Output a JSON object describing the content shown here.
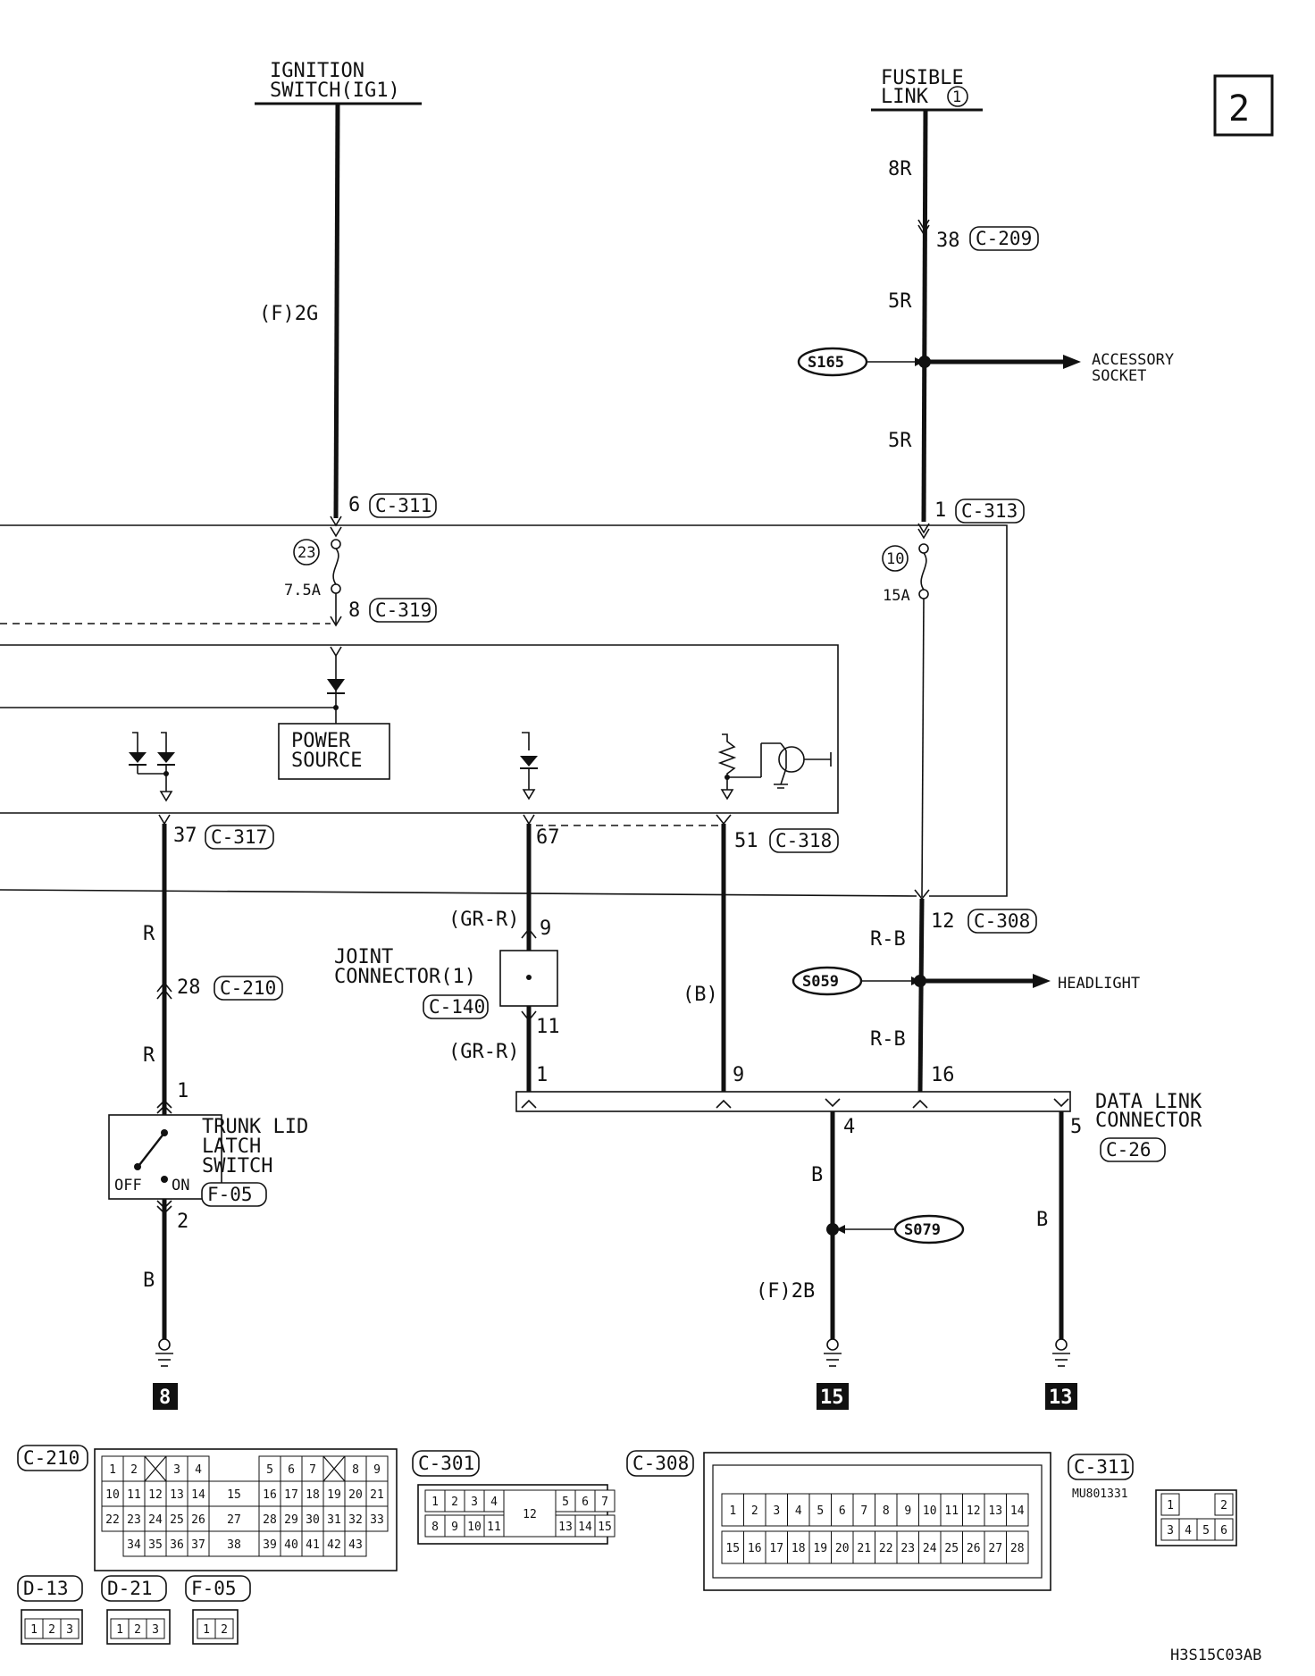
{
  "page_number": "2",
  "image_code": "H3S15C03AB",
  "sources": {
    "ignition_switch": {
      "line1": "IGNITION",
      "line2": "SWITCH(IG1)"
    },
    "fusible_link": {
      "line1": "FUSIBLE",
      "line2": "LINK",
      "number": "1"
    }
  },
  "wires": {
    "ig_wire": "(F)2G",
    "fl_upper": "8R",
    "fl_mid": "5R",
    "fl_lower": "5R",
    "trunk_upper": "R",
    "trunk_lower": "R",
    "trunk_ground": "B",
    "joint_upper": "(GR-R)",
    "joint_lower": "(GR-R)",
    "wire_b_mid": "(B)",
    "headlight_upper": "R-B",
    "headlight_lower": "R-B",
    "dlc4_ground_upper": "B",
    "dlc4_ground_lower": "(F)2B",
    "dlc5_ground": "B"
  },
  "connectors": {
    "c209": {
      "pin": "38",
      "ref": "C-209"
    },
    "c311": {
      "pin": "6",
      "ref": "C-311"
    },
    "c319": {
      "pin": "8",
      "ref": "C-319"
    },
    "c313": {
      "pin": "1",
      "ref": "C-313"
    },
    "c317": {
      "pin": "37",
      "ref": "C-317"
    },
    "c318_a": {
      "pin": "67"
    },
    "c318_b": {
      "pin": "51",
      "ref": "C-318"
    },
    "c308": {
      "pin": "12",
      "ref": "C-308"
    },
    "c210": {
      "pin": "28",
      "ref": "C-210"
    },
    "joint_in": {
      "pin": "9"
    },
    "joint_out": {
      "pin": "11"
    },
    "dlc_pin1": "1",
    "dlc_pin9": "9",
    "dlc_pin16": "16",
    "dlc_pin4": "4",
    "dlc_pin5": "5",
    "trunk_pin1": "1",
    "trunk_pin2": "2"
  },
  "fuses": {
    "fuse23": {
      "number": "23",
      "rating": "7.5A"
    },
    "fuse10": {
      "number": "10",
      "rating": "15A"
    }
  },
  "splices": {
    "s165": "S165",
    "s059": "S059",
    "s079": "S079"
  },
  "destinations": {
    "accessory_line1": "ACCESSORY",
    "accessory_line2": "SOCKET",
    "headlight": "HEADLIGHT"
  },
  "components": {
    "power_source": {
      "line1": "POWER",
      "line2": "SOURCE"
    },
    "joint_connector": {
      "line1": "JOINT",
      "line2": "CONNECTOR(1)",
      "ref": "C-140"
    },
    "trunk_switch": {
      "line1": "TRUNK LID",
      "line2": "LATCH",
      "line3": "SWITCH",
      "off": "OFF",
      "on": "ON",
      "ref": "F-05"
    },
    "data_link": {
      "line1": "DATA LINK",
      "line2": "CONNECTOR",
      "ref": "C-26"
    }
  },
  "grounds": {
    "g8": "8",
    "g15": "15",
    "g13": "13"
  },
  "connector_views": {
    "c210": {
      "ref": "C-210",
      "rows": [
        [
          "1",
          "2",
          "X",
          "3",
          "4",
          "",
          "",
          "5",
          "6",
          "7",
          "X",
          "8",
          "9"
        ],
        [
          "10",
          "11",
          "12",
          "13",
          "14",
          "",
          "15",
          "16",
          "17",
          "18",
          "19",
          "20",
          "21"
        ],
        [
          "22",
          "23",
          "24",
          "25",
          "26",
          "",
          "27",
          "28",
          "29",
          "30",
          "31",
          "32",
          "33"
        ],
        [
          "",
          "34",
          "35",
          "36",
          "37",
          "",
          "38",
          "39",
          "40",
          "41",
          "42",
          "43",
          ""
        ]
      ]
    },
    "c301": {
      "ref": "C-301",
      "top": [
        "1",
        "2",
        "3",
        "4",
        "5",
        "6",
        "7"
      ],
      "bottom": [
        "8",
        "9",
        "10",
        "11",
        "13",
        "14",
        "15"
      ],
      "center": "12"
    },
    "c308v": {
      "ref": "C-308",
      "top": [
        "1",
        "2",
        "3",
        "4",
        "5",
        "6",
        "7",
        "8",
        "9",
        "10",
        "11",
        "12",
        "13",
        "14"
      ],
      "bottom": [
        "15",
        "16",
        "17",
        "18",
        "19",
        "20",
        "21",
        "22",
        "23",
        "24",
        "25",
        "26",
        "27",
        "28"
      ]
    },
    "c311v": {
      "ref": "C-311",
      "part": "MU801331",
      "top": [
        "1",
        "2"
      ],
      "bottom": [
        "3",
        "4",
        "5",
        "6"
      ]
    },
    "d13": {
      "ref": "D-13",
      "pins": [
        "1",
        "2",
        "3"
      ]
    },
    "d21": {
      "ref": "D-21",
      "pins": [
        "1",
        "2",
        "3"
      ]
    },
    "f05": {
      "ref": "F-05",
      "pins": [
        "1",
        "2"
      ]
    }
  }
}
